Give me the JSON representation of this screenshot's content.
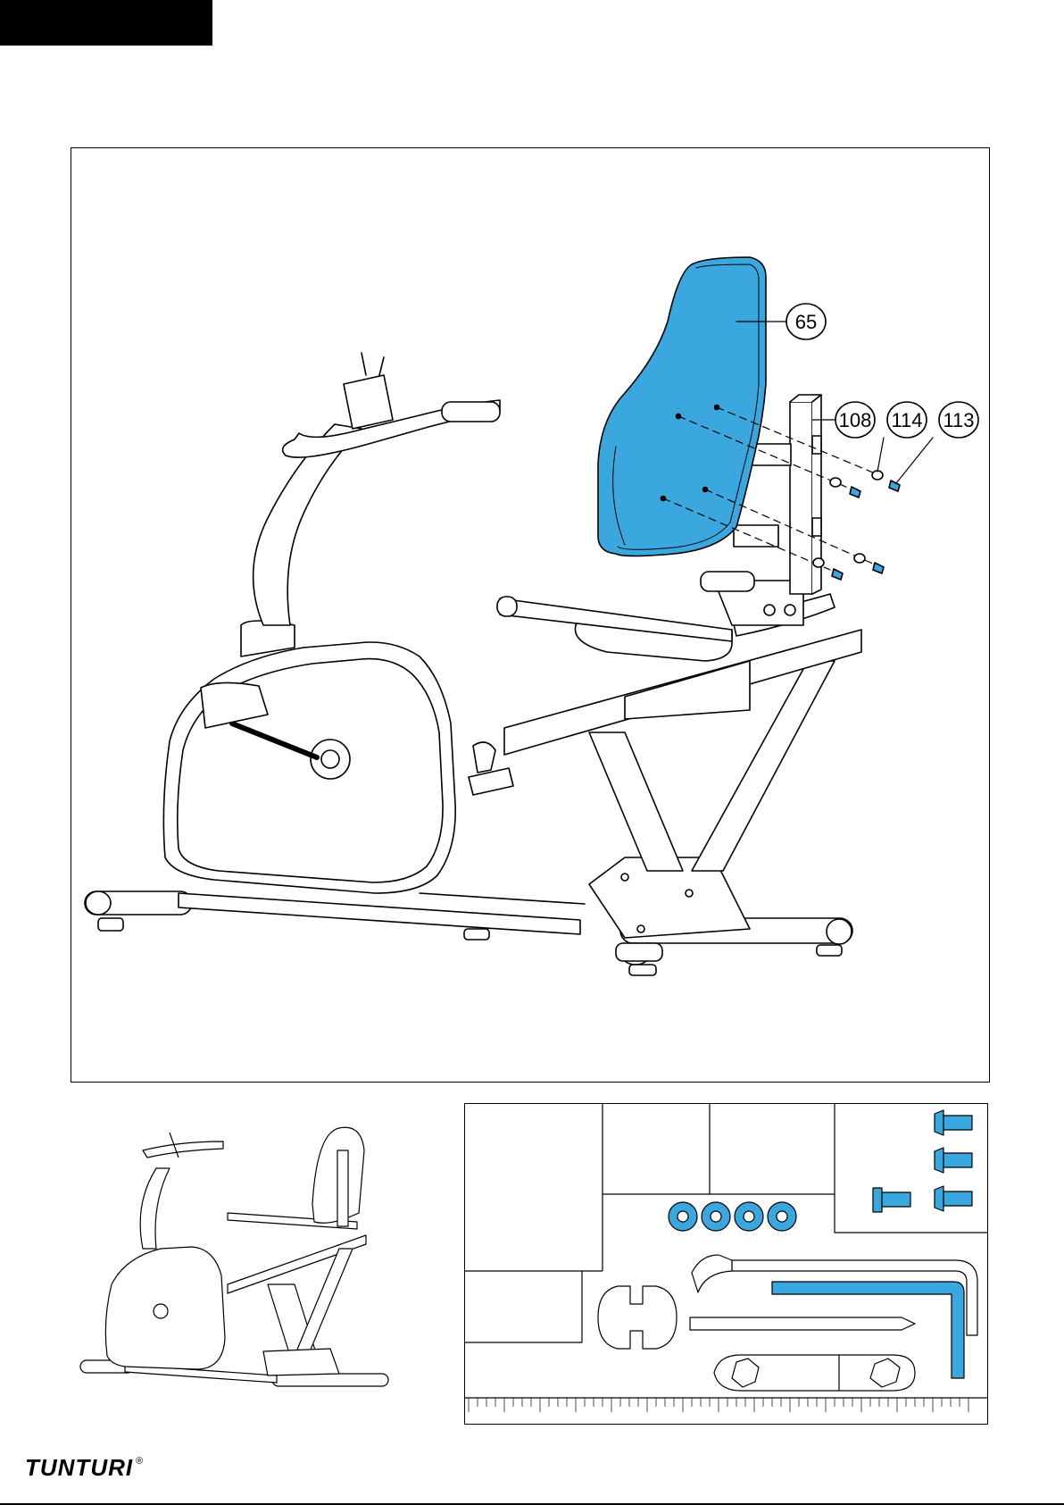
{
  "callouts": [
    {
      "label": "65"
    },
    {
      "label": "108"
    },
    {
      "label": "114"
    },
    {
      "label": "113"
    }
  ],
  "brand": {
    "name": "TUNTURI",
    "mark": "®"
  },
  "colors": {
    "highlight": "#3aa7de",
    "line": "#000000",
    "background": "#ffffff"
  },
  "icons": [
    "backrest-part",
    "bolt-icon",
    "washer-icon",
    "allen-key-icon",
    "screwdriver-icon",
    "wrench-icon",
    "ruler-scale"
  ]
}
